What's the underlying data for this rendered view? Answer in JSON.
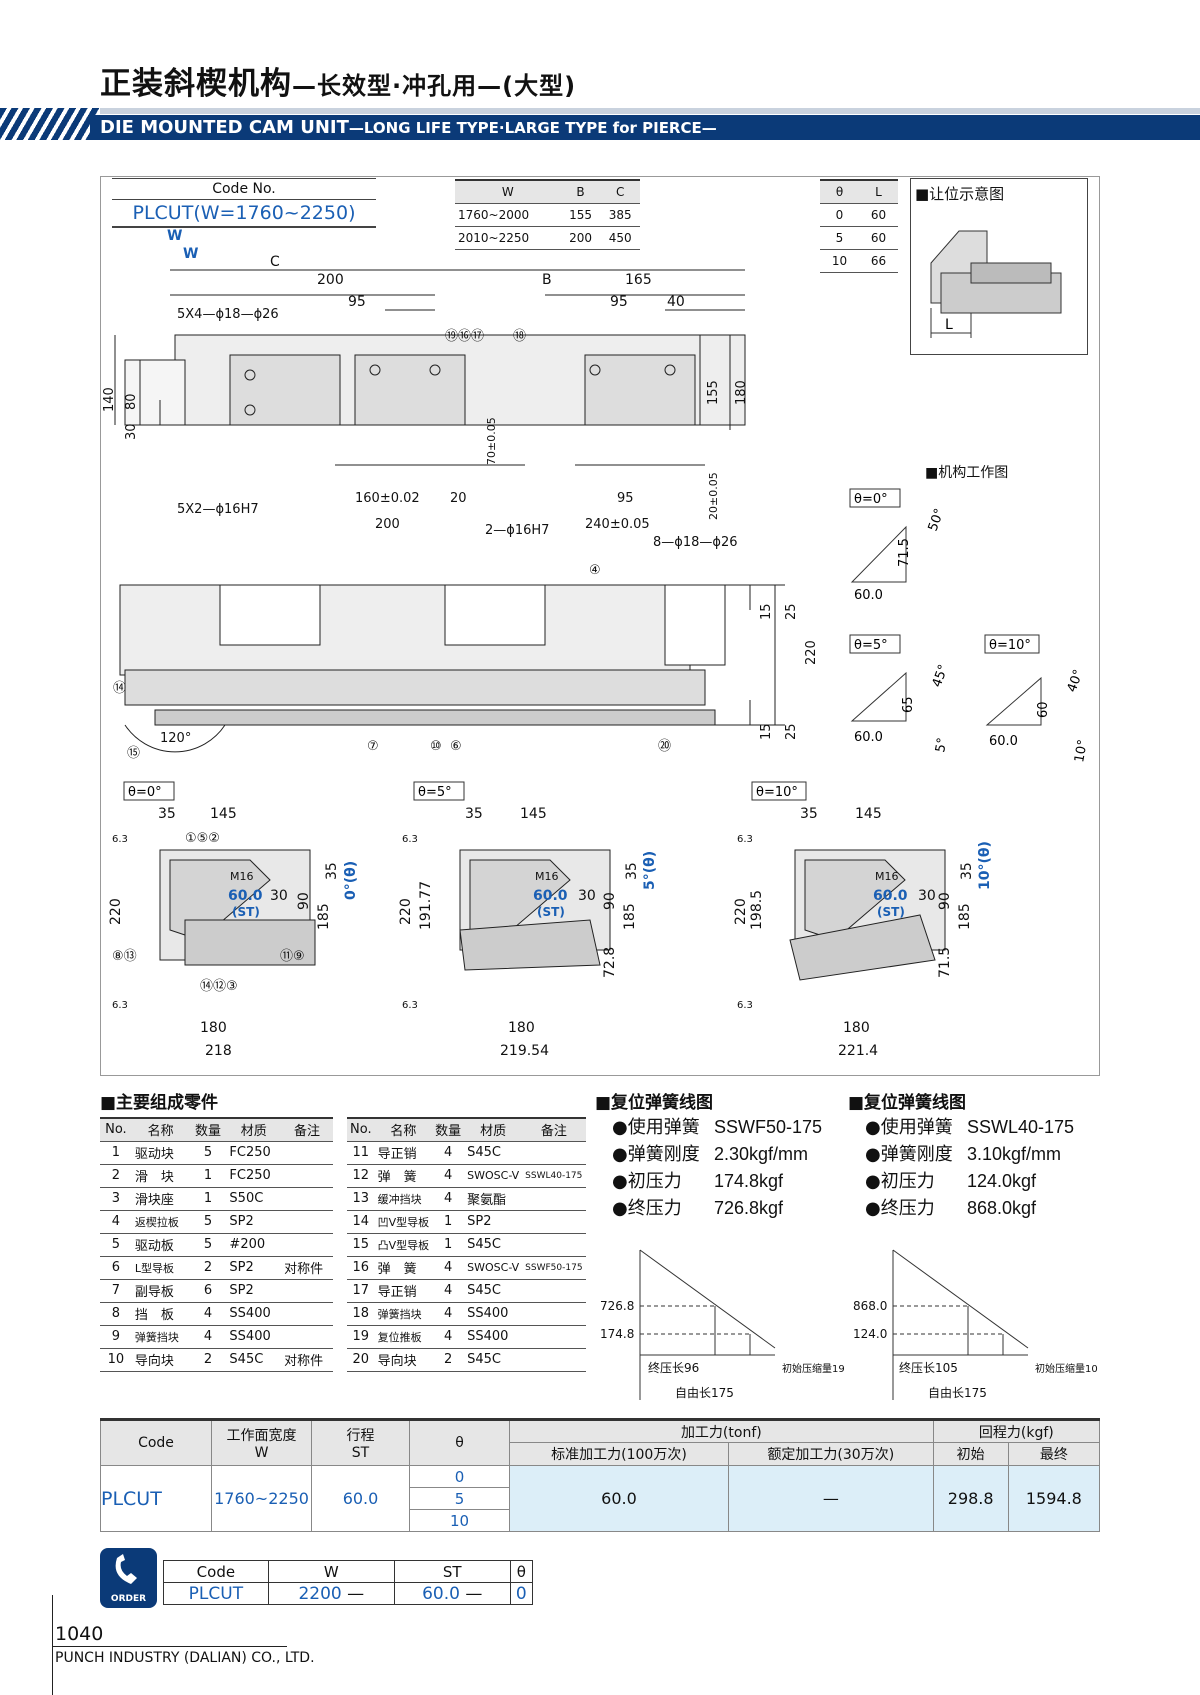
{
  "header": {
    "title_cn": "正装斜楔机构",
    "title_cn_sub": "—长效型·冲孔用—(大型)",
    "title_en": "DIE MOUNTED CAM UNIT",
    "title_en_sub": "—LONG LIFE TYPE·LARGE TYPE for PIERCE—"
  },
  "codebox": {
    "label": "Code No.",
    "value": "PLCUT(W=1760~2250)"
  },
  "wbc_table": {
    "headers": [
      "W",
      "B",
      "C"
    ],
    "rows": [
      [
        "1760~2000",
        "155",
        "385"
      ],
      [
        "2010~2250",
        "200",
        "450"
      ]
    ]
  },
  "theta_table": {
    "headers": [
      "θ",
      "L"
    ],
    "rows": [
      [
        "0",
        "60"
      ],
      [
        "5",
        "60"
      ],
      [
        "10",
        "66"
      ]
    ]
  },
  "clearance_title": "■让位示意图",
  "clearance_L": "L",
  "mech_title": "■机构工作图",
  "top_drawing": {
    "W": "W",
    "C": "C",
    "d200a": "200",
    "B": "B",
    "d165": "165",
    "d95a": "95",
    "d95b": "95",
    "d40": "40",
    "holes1": "5X4—ϕ18—ϕ26",
    "holes2": "5X2—ϕ16H7",
    "balloons": "⑲⑯⑰",
    "b18": "⑱",
    "d140": "140",
    "d80": "80",
    "d30": "30",
    "d70": "70±0.05",
    "d155": "155",
    "d180": "180",
    "d20": "20±0.05",
    "d160": "160±0.02",
    "d20b": "20",
    "d95c": "95",
    "d200b": "200",
    "holes3": "2—ϕ16H7",
    "d240": "240±0.05",
    "holes4": "8—ϕ18—ϕ26"
  },
  "side_drawing": {
    "b4": "④",
    "b14": "⑭",
    "b15": "⑮",
    "b7": "⑦",
    "b10": "⑩",
    "b6": "⑥",
    "b20": "⑳",
    "a120": "120°",
    "d15a": "15",
    "d25a": "25",
    "d220": "220",
    "d15b": "15",
    "d25b": "25"
  },
  "mech": [
    {
      "theta": "θ=0°",
      "h": "71.5",
      "ang": "50°",
      "base": "60.0"
    },
    {
      "theta": "θ=5°",
      "h": "65",
      "ang": "45°",
      "base": "60.0",
      "ang2": "5°"
    },
    {
      "theta": "θ=10°",
      "h": "60",
      "ang": "40°",
      "base": "60.0",
      "ang2": "10°"
    }
  ],
  "views": [
    {
      "theta": "θ=0°",
      "d35": "35",
      "d145": "145",
      "r63": "6.3",
      "d220": "220",
      "d35b": "35",
      "th": "0°(θ)",
      "m16": "M16",
      "st": "60.0",
      "stl": "(ST)",
      "d30": "30",
      "d90": "90",
      "d185": "185",
      "r63b": "6.3",
      "r63c": "6.3",
      "d180": "180",
      "bottom": "218",
      "extra": "",
      "balloons_a": "①⑤②",
      "balloons_b": "⑧⑬",
      "balloons_c": "⑪⑨",
      "balloons_d": "⑭⑫③"
    },
    {
      "theta": "θ=5°",
      "d35": "35",
      "d145": "145",
      "r63": "6.3",
      "d220": "220",
      "d35b": "35",
      "th": "5°(θ)",
      "m16": "M16",
      "st": "60.0",
      "stl": "(ST)",
      "d30": "30",
      "d90": "90",
      "d185": "185",
      "r63b": "6.3",
      "r63c": "6.3",
      "d180": "180",
      "bottom": "219.54",
      "extra": "191.77",
      "extra2": "72.8"
    },
    {
      "theta": "θ=10°",
      "d35": "35",
      "d145": "145",
      "r63": "6.3",
      "d220": "220",
      "d35b": "35",
      "th": "10°(θ)",
      "m16": "M16",
      "st": "60.0",
      "stl": "(ST)",
      "d30": "30",
      "d90": "90",
      "d185": "185",
      "r63b": "6.3",
      "r63c": "6.3",
      "d180": "180",
      "bottom": "221.4",
      "extra": "198.5",
      "extra2": "71.5"
    }
  ],
  "parts": {
    "title": "■主要组成零件",
    "headers": [
      "No.",
      "名称",
      "数量",
      "材质",
      "备注"
    ],
    "left": [
      [
        "1",
        "驱动块",
        "5",
        "FC250",
        ""
      ],
      [
        "2",
        "滑　块",
        "1",
        "FC250",
        ""
      ],
      [
        "3",
        "滑块座",
        "1",
        "S50C",
        ""
      ],
      [
        "4",
        "返楔拉板",
        "5",
        "SP2",
        ""
      ],
      [
        "5",
        "驱动板",
        "5",
        "#200",
        ""
      ],
      [
        "6",
        "L型导板",
        "2",
        "SP2",
        "对称件"
      ],
      [
        "7",
        "副导板",
        "6",
        "SP2",
        ""
      ],
      [
        "8",
        "挡　板",
        "4",
        "SS400",
        ""
      ],
      [
        "9",
        "弹簧挡块",
        "4",
        "SS400",
        ""
      ],
      [
        "10",
        "导向块",
        "2",
        "S45C",
        "对称件"
      ]
    ],
    "right": [
      [
        "11",
        "导正销",
        "4",
        "S45C",
        ""
      ],
      [
        "12",
        "弹　簧",
        "4",
        "SWOSC-V",
        "SSWL40-175"
      ],
      [
        "13",
        "缓冲挡块",
        "4",
        "聚氨酯",
        ""
      ],
      [
        "14",
        "凹V型导板",
        "1",
        "SP2",
        ""
      ],
      [
        "15",
        "凸V型导板",
        "1",
        "S45C",
        ""
      ],
      [
        "16",
        "弹　簧",
        "4",
        "SWOSC-V",
        "SSWF50-175"
      ],
      [
        "17",
        "导正销",
        "4",
        "S45C",
        ""
      ],
      [
        "18",
        "弹簧挡块",
        "4",
        "SS400",
        ""
      ],
      [
        "19",
        "复位推板",
        "4",
        "SS400",
        ""
      ],
      [
        "20",
        "导向块",
        "2",
        "S45C",
        ""
      ]
    ]
  },
  "spring1": {
    "title": "■复位弹簧线图",
    "rows": [
      [
        "●使用弹簧",
        "SSWF50-175"
      ],
      [
        "●弹簧刚度",
        "2.30kgf/mm"
      ],
      [
        "●初压力",
        "174.8kgf"
      ],
      [
        "●终压力",
        "726.8kgf"
      ]
    ],
    "y_hi": "726.8",
    "y_lo": "174.8",
    "lbl_end": "终压长96",
    "lbl_init": "初始压缩量19",
    "lbl_free": "自由长175"
  },
  "spring2": {
    "title": "■复位弹簧线图",
    "rows": [
      [
        "●使用弹簧",
        "SSWL40-175"
      ],
      [
        "●弹簧刚度",
        "3.10kgf/mm"
      ],
      [
        "●初压力",
        "124.0kgf"
      ],
      [
        "●终压力",
        "868.0kgf"
      ]
    ],
    "y_hi": "868.0",
    "y_lo": "124.0",
    "lbl_end": "终压长105",
    "lbl_init": "初始压缩量10",
    "lbl_free": "自由长175"
  },
  "spec_table": {
    "h_code": "Code",
    "h_w": "工作面宽度",
    "h_w2": "W",
    "h_st": "行程",
    "h_st2": "ST",
    "h_theta": "θ",
    "h_force": "加工力(tonf)",
    "h_force1": "标准加工力(100万次)",
    "h_force2": "额定加工力(30万次)",
    "h_ret": "回程力(kgf)",
    "h_ret1": "初始",
    "h_ret2": "最终",
    "code": "PLCUT",
    "w": "1760~2250",
    "st": "60.0",
    "thetas": [
      "0",
      "5",
      "10"
    ],
    "f1": "60.0",
    "f2": "—",
    "r1": "298.8",
    "r2": "1594.8"
  },
  "order": {
    "icon_label": "ORDER",
    "headers": [
      "Code",
      "W",
      "ST",
      "θ"
    ],
    "values": [
      "PLCUT",
      "2200",
      "—",
      "60.0",
      "—",
      "0"
    ]
  },
  "footer": {
    "page": "1040",
    "company": "PUNCH INDUSTRY (DALIAN) CO., LTD."
  },
  "colors": {
    "navy": "#0b3a78",
    "accent_blue": "#1a5fb4",
    "light_blue": "#dceef8"
  }
}
